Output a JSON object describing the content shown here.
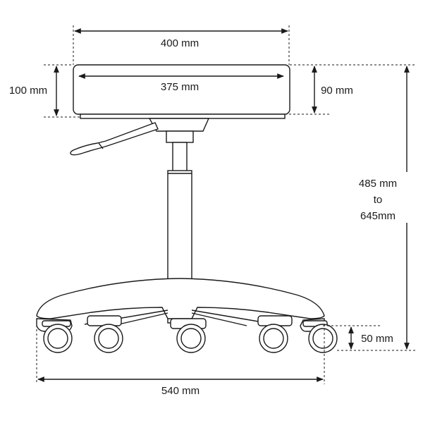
{
  "dimensions": {
    "seat_width_outer": "400 mm",
    "seat_width_inner": "375 mm",
    "seat_height_total": "100 mm",
    "seat_cushion_height": "90 mm",
    "overall_height_line1": "485 mm",
    "overall_height_line2": "to",
    "overall_height_line3": "645mm",
    "caster_height": "50 mm",
    "base_width": "540 mm"
  }
}
